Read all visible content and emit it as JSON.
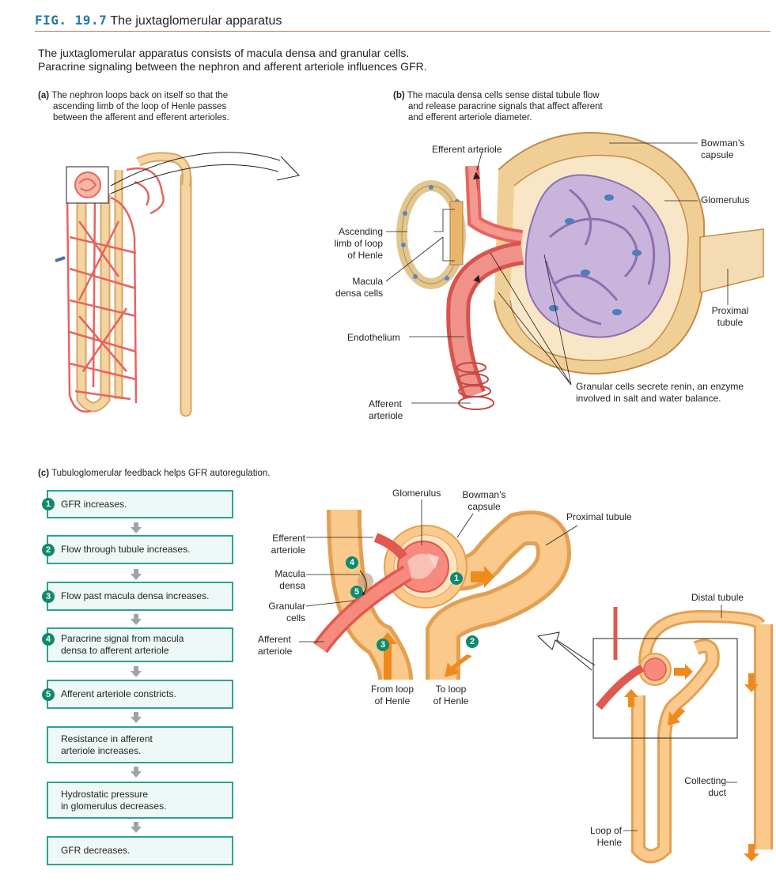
{
  "header": {
    "fig_number": "FIG. 19.7",
    "title": "The juxtaglomerular apparatus"
  },
  "intro": {
    "line1": "The juxtaglomerular apparatus consists of macula densa and granular cells.",
    "line2": "Paracrine signaling between the nephron and afferent arteriole influences GFR."
  },
  "panel_a": {
    "tag": "(a)",
    "caption_lines": [
      "The nephron loops back on itself so that the",
      "ascending limb of the loop of Henle passes",
      "between the afferent and efferent arterioles."
    ]
  },
  "panel_b": {
    "tag": "(b)",
    "caption_lines": [
      "The macula densa cells sense distal tubule flow",
      "and release paracrine signals that affect afferent",
      "and efferent arteriole diameter."
    ],
    "labels": {
      "efferent_arteriole": "Efferent arteriole",
      "bowmans_capsule": [
        "Bowman’s",
        "capsule"
      ],
      "glomerulus": "Glomerulus",
      "ascending_limb": [
        "Ascending",
        "limb of loop",
        "of Henle"
      ],
      "macula_densa": [
        "Macula",
        "densa cells"
      ],
      "proximal_tubule": [
        "Proximal",
        "tubule"
      ],
      "endothelium": "Endothelium",
      "granular_cells": [
        "Granular cells secrete renin, an enzyme",
        "involved in salt and water balance."
      ],
      "afferent_arteriole": [
        "Afferent",
        "arteriole"
      ]
    }
  },
  "panel_c": {
    "tag": "(c)",
    "caption": "Tubuloglomerular feedback helps GFR autoregulation.",
    "steps": [
      {
        "num": "1",
        "text": [
          "GFR increases."
        ]
      },
      {
        "num": "2",
        "text": [
          "Flow through tubule increases."
        ]
      },
      {
        "num": "3",
        "text": [
          "Flow past macula densa increases."
        ]
      },
      {
        "num": "4",
        "text": [
          "Paracrine signal from macula",
          "densa to afferent arteriole"
        ]
      },
      {
        "num": "5",
        "text": [
          "Afferent arteriole constricts."
        ]
      },
      {
        "num": "",
        "text": [
          "Resistance in afferent",
          "arteriole increases."
        ]
      },
      {
        "num": "",
        "text": [
          "Hydrostatic pressure",
          "in glomerulus decreases."
        ]
      },
      {
        "num": "",
        "text": [
          "GFR decreases."
        ]
      }
    ],
    "labels": {
      "glomerulus": "Glomerulus",
      "bowmans_capsule": [
        "Bowman’s",
        "capsule"
      ],
      "proximal_tubule": "Proximal tubule",
      "efferent_arteriole": [
        "Efferent",
        "arteriole"
      ],
      "macula_densa": [
        "Macula",
        "densa"
      ],
      "granular_cells": [
        "Granular",
        "cells"
      ],
      "afferent_arteriole": [
        "Afferent",
        "arteriole"
      ],
      "from_loop": [
        "From loop",
        "of Henle"
      ],
      "to_loop": [
        "To loop",
        "of Henle"
      ],
      "distal_tubule": "Distal tubule",
      "collecting_duct": [
        "Collecting",
        "duct"
      ],
      "loop_of_henle": [
        "Loop of",
        "Henle"
      ]
    },
    "diagram_badges": [
      "1",
      "2",
      "3",
      "4",
      "5"
    ]
  },
  "colors": {
    "fig_blue": "#1f78a8",
    "rule": "#b97a5b",
    "flow_border": "#2aa48f",
    "flow_fill": "#eef8f6",
    "badge": "#0d8a70",
    "tubule": "#f6c98a",
    "tubule_edge": "#e39a45",
    "vessel": "#e8635f",
    "glomerulus_purple": "#b9a3cf",
    "arrow_orange": "#f08a1c",
    "arrow_gray": "#a0a3a6"
  }
}
